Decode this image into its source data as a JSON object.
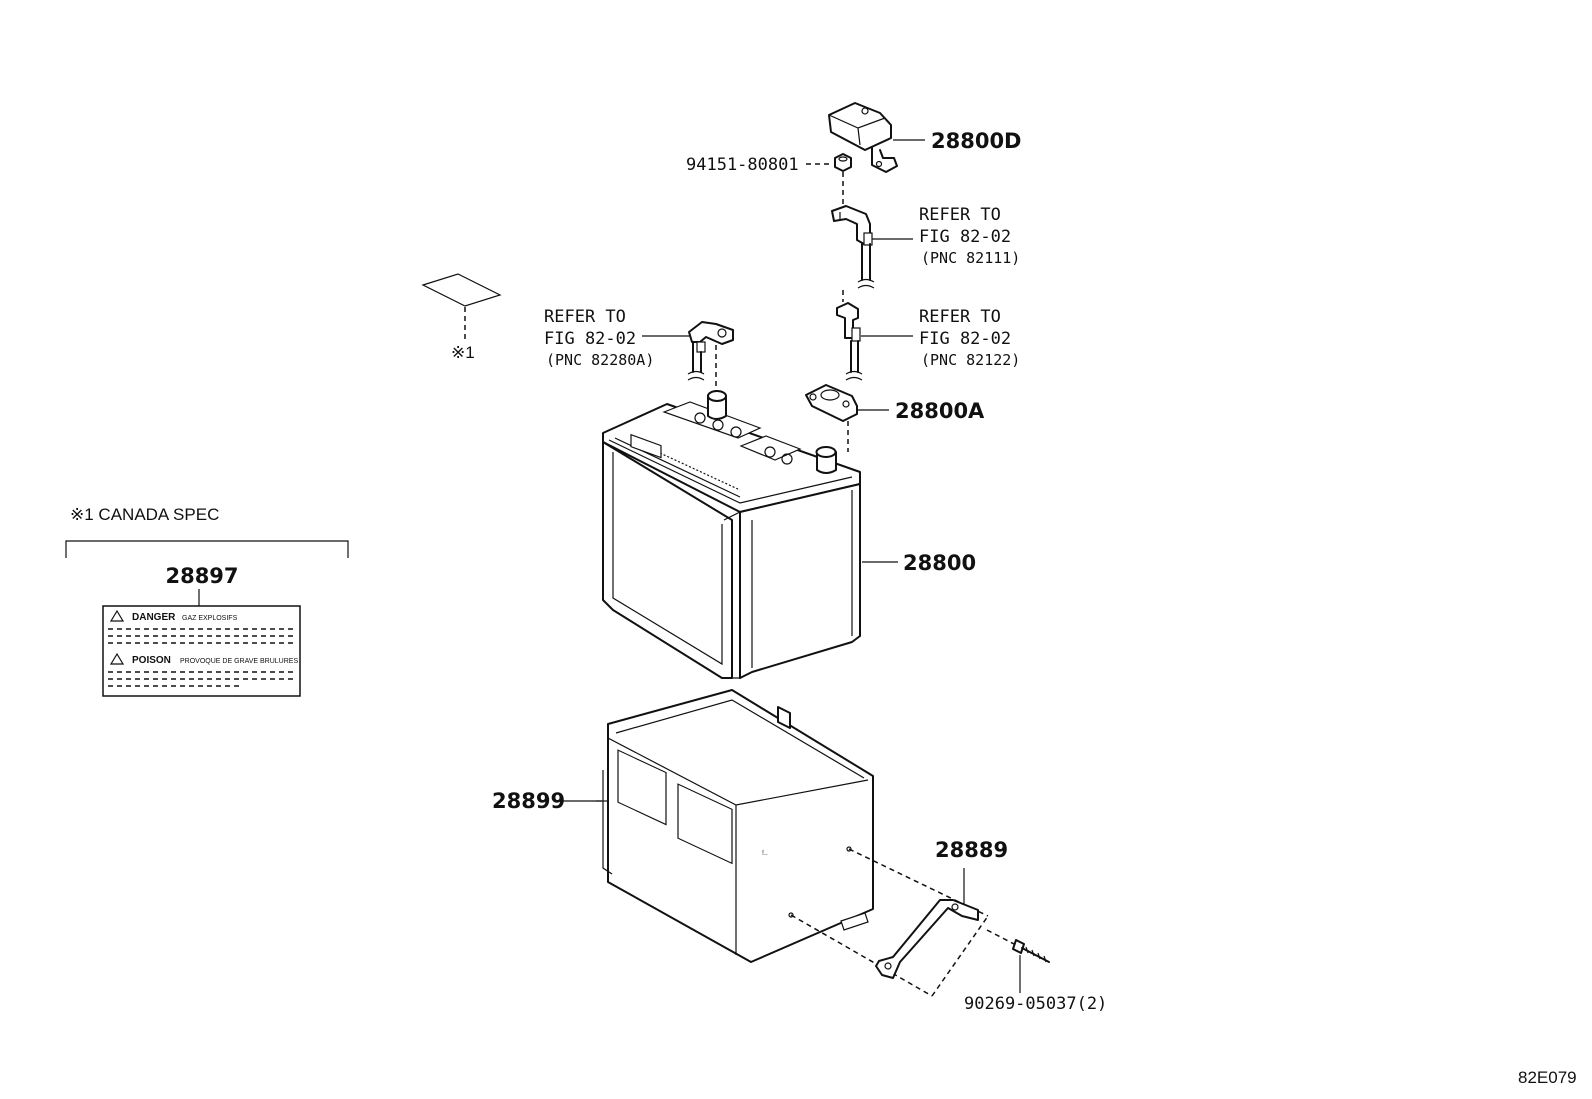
{
  "diagram_code": "82E079",
  "callouts": {
    "battery_hold_down_cover": "28800D",
    "nut": "94151-80801",
    "clamp_terminal_positive": "28800A",
    "battery": "28800",
    "battery_tray": "28899",
    "clamp_bracket": "28889",
    "bolt": "90269-05037(2)",
    "caution_label": "28897",
    "canada_label_marker": "※1"
  },
  "refer_notes": [
    {
      "line1": "REFER TO",
      "line2": "FIG 82-02",
      "line3": "(PNC 82111)"
    },
    {
      "line1": "REFER TO",
      "line2": "FIG 82-02",
      "line3": "(PNC 82122)"
    },
    {
      "line1": "REFER TO",
      "line2": "FIG 82-02",
      "line3": "(PNC 82280A)"
    }
  ],
  "canada_spec": {
    "heading": "※1 CANADA SPEC",
    "label_danger": "DANGER",
    "label_danger_sub": "GAZ EXPLOSIFS",
    "label_poison": "POISON",
    "label_poison_sub": "PROVOQUE DE GRAVE BRULURES"
  }
}
